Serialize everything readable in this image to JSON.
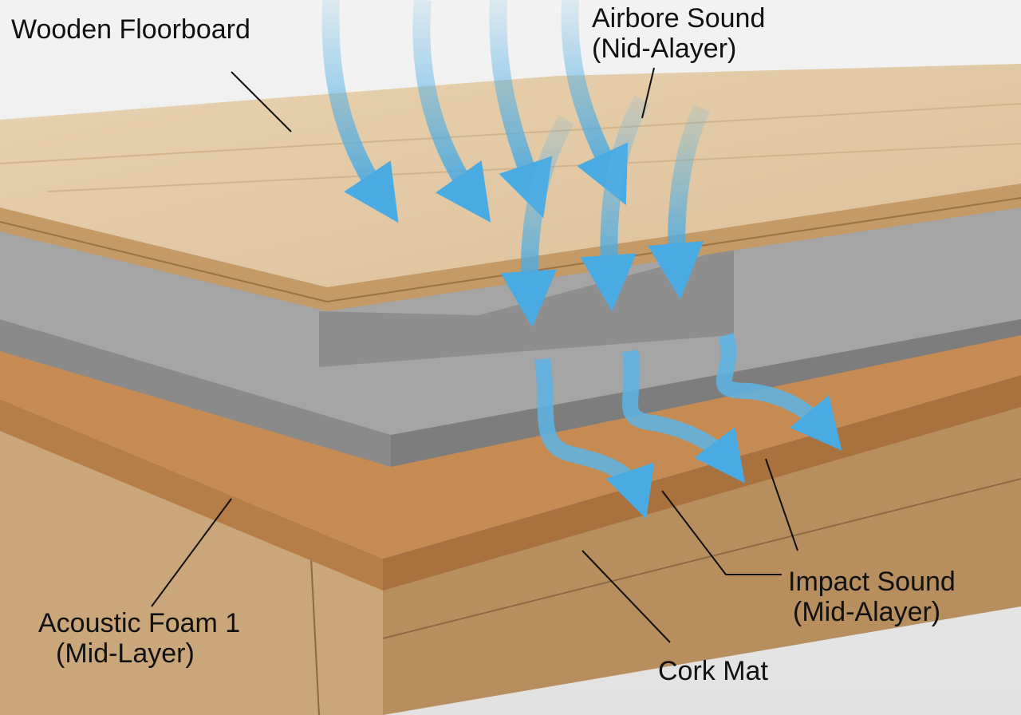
{
  "labels": {
    "floorboard": "Wooden Floorboard",
    "airborne_line1": "Airbore Sound",
    "airborne_line2": "(Nid-Alayer)",
    "foam_line1": "Acoustic Foam 1",
    "foam_line2": "(Mid-Layer)",
    "impact_line1": "Impact Sound",
    "impact_line2": "(Mid-Alayer)",
    "cork": "Cork Mat"
  },
  "colors": {
    "background": "#eeeeee",
    "wood_top": "#e3c9a4",
    "wood_edge": "#c49a66",
    "foam": "#9a9a9a",
    "cork": "#c68b52",
    "base_wood": "#b78e5e",
    "arrow": "#5bb4e6"
  }
}
